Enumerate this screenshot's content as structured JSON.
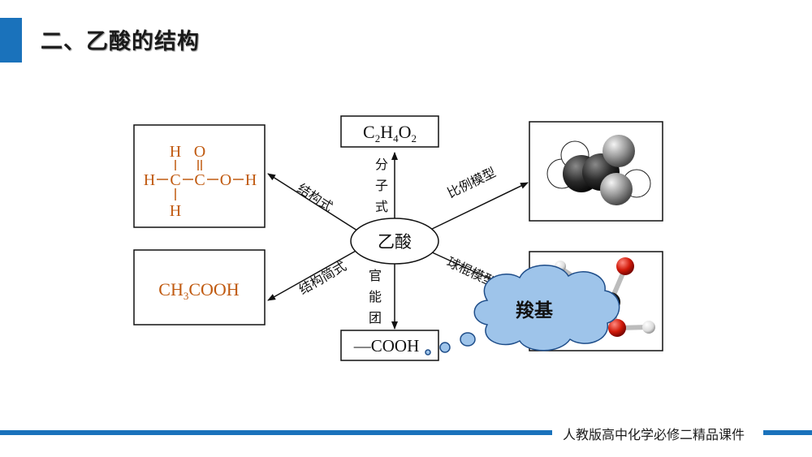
{
  "title": "二、乙酸的结构",
  "footer": "人教版高中化学必修二精品课件",
  "center": "乙酸",
  "formula": {
    "c": "C",
    "c_sub": "2",
    "h": "H",
    "h_sub": "4",
    "o": "O",
    "o_sub": "2"
  },
  "structural": {
    "h_top": "H",
    "o_top": "O",
    "chain": [
      "H",
      "C",
      "C",
      "O",
      "H"
    ],
    "h_bottom": "H"
  },
  "simple": {
    "ch": "CH",
    "sub": "3",
    "rest": "COOH"
  },
  "functional": "—COOH",
  "labels": {
    "structural": "结构式",
    "molecular": "分子式",
    "space_filling": "比例模型",
    "simple": "结构简式",
    "functional": "官能团",
    "ball_stick": "球棍模型"
  },
  "callout": "羧基",
  "colors": {
    "accent": "#1a72bb",
    "formula_orange": "#c05a10",
    "cloud": "#9ec4ea"
  }
}
